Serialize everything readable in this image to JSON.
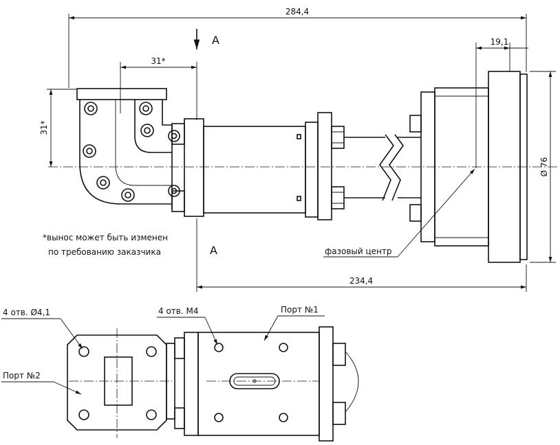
{
  "dimensions": {
    "overall_length": "284,4",
    "offset_top": "31*",
    "offset_side": "31*",
    "phase_center_offset": "19,1",
    "body_length": "234,4",
    "diameter": "Ø 76"
  },
  "section": {
    "top_label": "A",
    "bottom_label": "A"
  },
  "notes": {
    "line1": "*вынос может быть изменен",
    "line2": "по требованию заказчика",
    "phase_center": "фазовый центр"
  },
  "callouts": {
    "holes_flange": "4 отв. Ø4,1",
    "holes_body": "4 отв. M4",
    "port1": "Порт №1",
    "port2": "Порт №2"
  }
}
